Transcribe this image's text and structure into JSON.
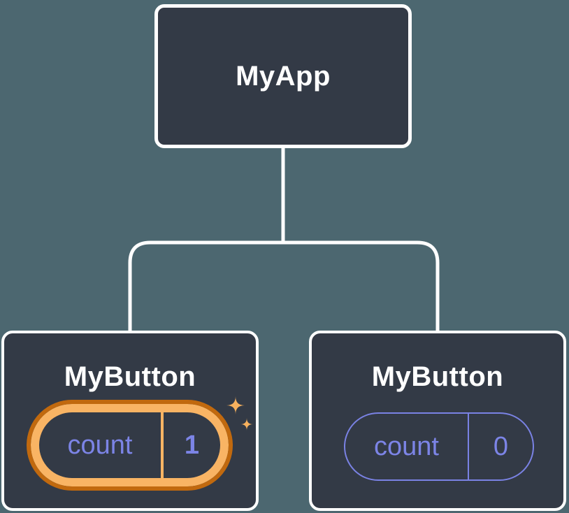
{
  "tree": {
    "root": {
      "label": "MyApp"
    },
    "children": [
      {
        "label": "MyButton",
        "highlighted": true,
        "state": {
          "key": "count",
          "value": "1"
        }
      },
      {
        "label": "MyButton",
        "highlighted": false,
        "state": {
          "key": "count",
          "value": "0"
        }
      }
    ]
  },
  "icons": {
    "sparkles": "sparkles-icon"
  },
  "colors": {
    "background": "#4C6770",
    "node_fill": "#333A46",
    "node_border": "#FFFFFF",
    "connector": "#FFFFFF",
    "state_text": "#7C84E6",
    "state_border_idle": "#7A82E4",
    "highlight_ring_outer": "#C1690E",
    "highlight_ring_inner": "#F9B464",
    "sparkle": "#F7B15E"
  }
}
